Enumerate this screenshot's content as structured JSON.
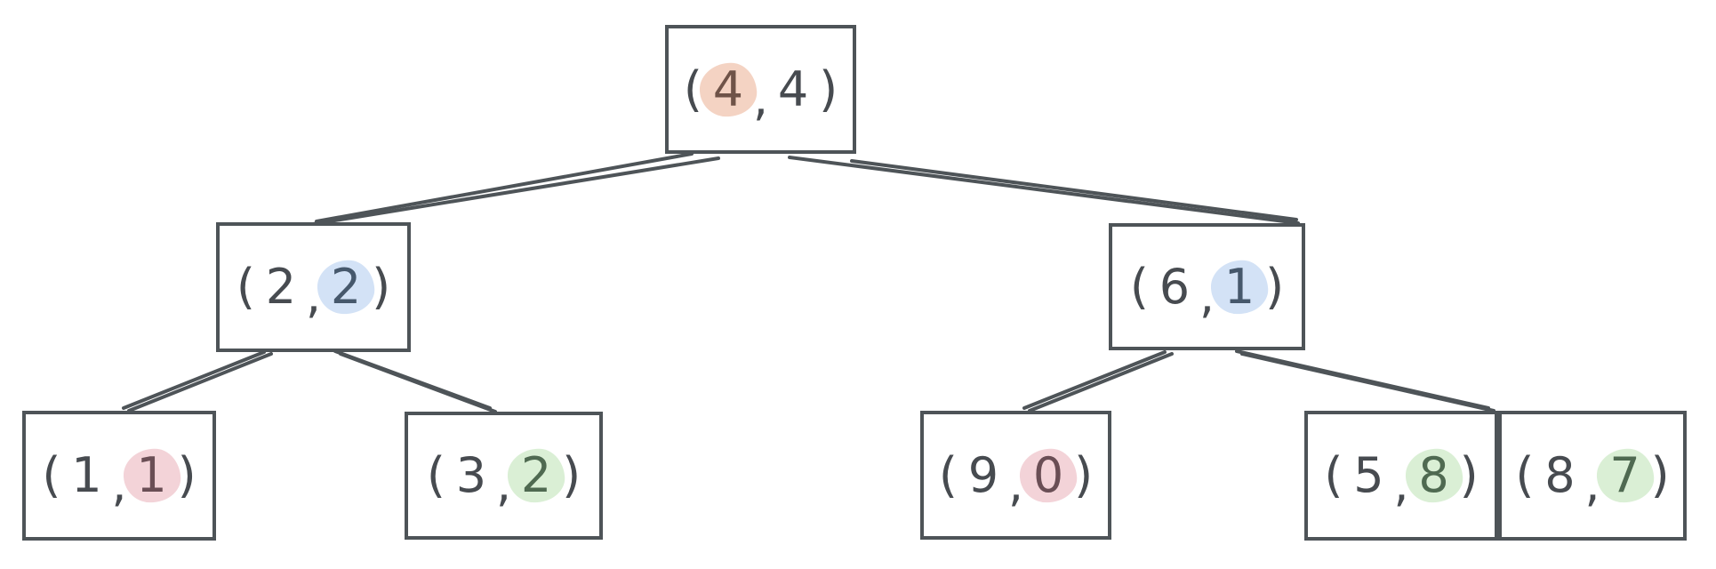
{
  "diagram": {
    "background": "#ffffff",
    "stroke_color": "#4e5458",
    "text_color": "#474b50",
    "glyphs": {
      "open_paren": "(",
      "comma": ",",
      "close_paren": ")"
    },
    "highlight_colors": {
      "salmon": "#f4d3c3",
      "rose": "#f3d3d8",
      "blue": "#d3e2f6",
      "green": "#daefd5"
    },
    "nodes": [
      {
        "id": "node-4-4",
        "first": "4",
        "second": "4",
        "highlighted": "first",
        "blob_color": "#f4d3c3",
        "digit_color": "#6f5348"
      },
      {
        "id": "node-2-2",
        "first": "2",
        "second": "2",
        "highlighted": "second",
        "blob_color": "#d3e2f6",
        "digit_color": "#46586c"
      },
      {
        "id": "node-6-1",
        "first": "6",
        "second": "1",
        "highlighted": "second",
        "blob_color": "#d3e2f6",
        "digit_color": "#46586c"
      },
      {
        "id": "node-1-1",
        "first": "1",
        "second": "1",
        "highlighted": "second",
        "blob_color": "#f3d3d8",
        "digit_color": "#6a4e55"
      },
      {
        "id": "node-3-2",
        "first": "3",
        "second": "2",
        "highlighted": "second",
        "blob_color": "#daefd5",
        "digit_color": "#4f6a51"
      },
      {
        "id": "node-9-0",
        "first": "9",
        "second": "0",
        "highlighted": "second",
        "blob_color": "#f3d3d8",
        "digit_color": "#6a4e55"
      },
      {
        "id": "node-5-8",
        "first": "5",
        "second": "8",
        "highlighted": "second",
        "blob_color": "#daefd5",
        "digit_color": "#4f6a51"
      },
      {
        "id": "node-8-7",
        "first": "8",
        "second": "7",
        "highlighted": "second",
        "blob_color": "#daefd5",
        "digit_color": "#4f6a51"
      }
    ],
    "edges": [
      {
        "from": "node-4-4",
        "to": "node-2-2"
      },
      {
        "from": "node-4-4",
        "to": "node-6-1"
      },
      {
        "from": "node-2-2",
        "to": "node-1-1"
      },
      {
        "from": "node-2-2",
        "to": "node-3-2"
      },
      {
        "from": "node-6-1",
        "to": "node-9-0"
      },
      {
        "from": "node-6-1",
        "to": "node-5-8"
      }
    ]
  }
}
